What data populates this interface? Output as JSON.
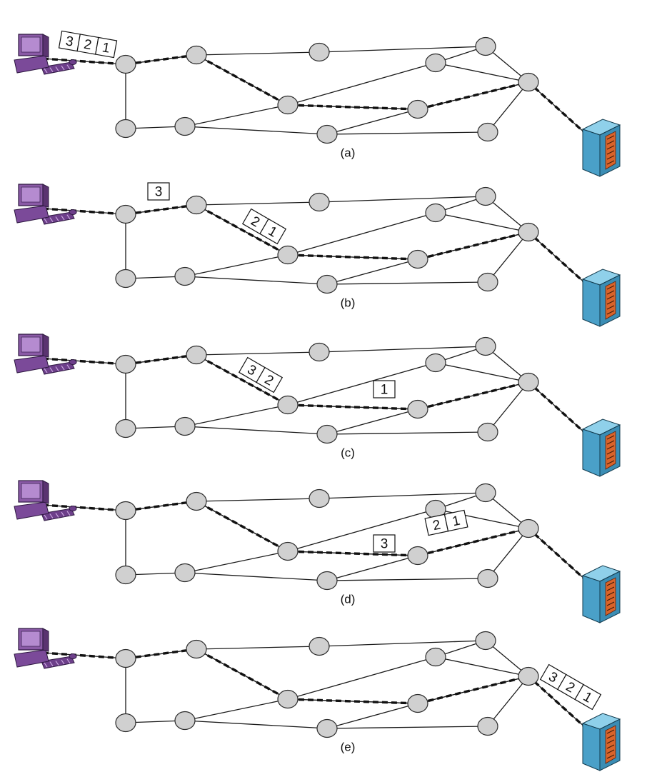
{
  "panels": [
    {
      "caption": "(a)",
      "packet_groups": [
        {
          "labels": [
            "3",
            "2",
            "1"
          ],
          "at": "client-edge"
        }
      ]
    },
    {
      "caption": "(b)",
      "packet_groups": [
        {
          "labels": [
            "3"
          ],
          "at": "edge-r1"
        },
        {
          "labels": [
            "2",
            "1"
          ],
          "at": "r1-c1"
        }
      ]
    },
    {
      "caption": "(c)",
      "packet_groups": [
        {
          "labels": [
            "3",
            "2"
          ],
          "at": "r1-c1"
        },
        {
          "labels": [
            "1"
          ],
          "at": "c1-c2"
        }
      ]
    },
    {
      "caption": "(d)",
      "packet_groups": [
        {
          "labels": [
            "3"
          ],
          "at": "c1-c2"
        },
        {
          "labels": [
            "2",
            "1"
          ],
          "at": "c2-ext"
        }
      ]
    },
    {
      "caption": "(e)",
      "packet_groups": [
        {
          "labels": [
            "3",
            "2",
            "1"
          ],
          "at": "ext-server"
        }
      ]
    }
  ],
  "colors": {
    "client": "#8a5aa6",
    "server": "#4aa0c8",
    "server_accent": "#d9632a",
    "node_fill": "#d0d0d0"
  },
  "icons": {
    "client": "desktop-computer-icon",
    "server": "server-tower-icon"
  }
}
